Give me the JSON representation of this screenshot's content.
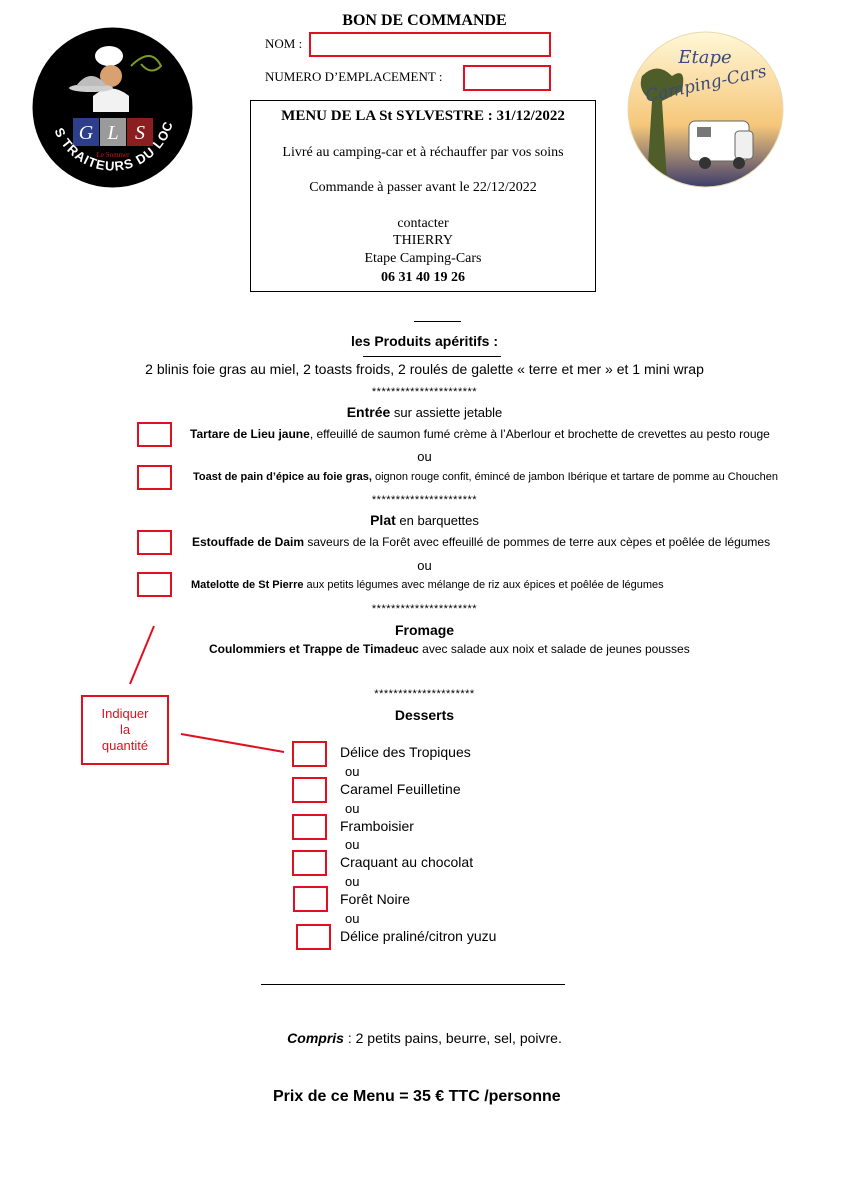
{
  "header": {
    "title": "BON DE COMMANDE",
    "nom_label": "NOM :",
    "nom_value": "",
    "emplacement_label": "NUMERO D’EMPLACEMENT :",
    "emplacement_value": ""
  },
  "logos": {
    "left_initials": [
      "G",
      "L",
      "S"
    ],
    "left_small": "Le Sommer",
    "left_name": "LES TRAITEURS DU LOCH",
    "right_line1": "Etape",
    "right_line2": "Camping-Cars"
  },
  "infobox": {
    "title": "MENU DE LA St SYLVESTRE : 31/12/2022",
    "delivery": "Livré au camping-car et à réchauffer par vos soins",
    "deadline": "Commande à passer avant le 22/12/2022",
    "contact_label": "contacter",
    "contact_name": "THIERRY",
    "contact_company": "Etape Camping-Cars",
    "contact_phone": "06 31 40 19 26"
  },
  "aperitifs": {
    "title": "les Produits apéritifs :",
    "text": "2 blinis foie gras au miel, 2 toasts froids, 2 roulés de galette « terre et mer » et 1 mini wrap"
  },
  "separator": "**********************",
  "separator_short": "*********************",
  "or": "ou",
  "entree": {
    "title": "Entrée",
    "subtitle": " sur assiette jetable",
    "option1_bold": "Tartare de Lieu jaune",
    "option1_rest": ", effeuillé de saumon fumé crème à l’Aberlour et brochette de crevettes au pesto rouge",
    "option1_qty": "",
    "option2_bold": "Toast de pain d’épice au foie gras,",
    "option2_rest": " oignon rouge confit, émincé de jambon Ibérique et tartare de pomme au Chouchen",
    "option2_qty": ""
  },
  "plat": {
    "title": "Plat",
    "subtitle": " en barquettes",
    "option1_bold": "Estouffade de Daim",
    "option1_rest": " saveurs de la Forêt avec effeuillé de pommes de terre aux cèpes et poêlée de légumes",
    "option1_qty": "",
    "option2_bold": "Matelotte de St Pierre",
    "option2_rest": " aux petits légumes avec mélange de riz aux épices et poêlée de légumes",
    "option2_qty": ""
  },
  "fromage": {
    "title": "Fromage",
    "bold": "Coulommiers et Trappe de Timadeuc",
    "rest": " avec salade aux noix et salade de jeunes pousses"
  },
  "annotation": {
    "line1": "Indiquer",
    "line2": "la",
    "line3": "quantité"
  },
  "desserts": {
    "title": "Desserts",
    "items": [
      {
        "label": "Délice des Tropiques",
        "qty": ""
      },
      {
        "label": "Caramel Feuilletine",
        "qty": ""
      },
      {
        "label": "Framboisier",
        "qty": ""
      },
      {
        "label": "Craquant au chocolat",
        "qty": ""
      },
      {
        "label": "Forêt Noire",
        "qty": ""
      },
      {
        "label": "Délice praliné/citron yuzu",
        "qty": ""
      }
    ]
  },
  "footer": {
    "compris_label": "Compris",
    "compris_text": " : 2 petits pains, beurre, sel, poivre.",
    "price": "Prix de ce Menu = 35 € TTC /personne"
  },
  "colors": {
    "accent_red": "#e01020",
    "logo_left_bg": "#000000",
    "logo_right_bg": "#fbe3a0"
  }
}
